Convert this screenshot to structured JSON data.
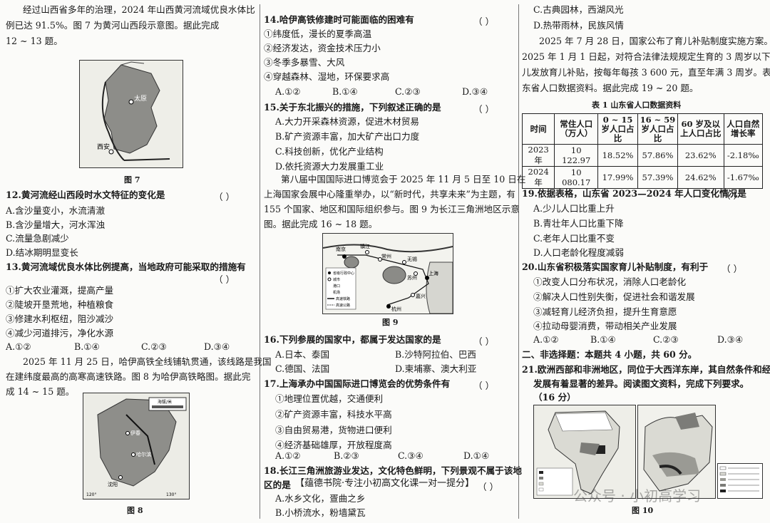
{
  "col1": {
    "intro12": [
      "经过山西省多年的治理，2024 年山西黄河流域优良水体比",
      "例已达 91.5%。图 7 为黄河山西段示意图。据此完成",
      "12 ~ 13 题。"
    ],
    "fig7_caption": "图 7",
    "fig7_labels": {
      "taiyuan": "太原",
      "xian": "西安"
    },
    "q12": {
      "stem": "12.黄河流经山西段时水文特征的变化是",
      "paren": "（        ）",
      "options": [
        "A.含沙量变小，水流清澈",
        "B.含沙量增大，河水浑浊",
        "C.流量急剧减少",
        "D.结冰期明显变长"
      ]
    },
    "q13": {
      "stem": "13.黄河流域优良水体比例提高，当地政府可能采取的措施有",
      "paren": "（        ）",
      "items": [
        "①扩大农业灌溉，提高产量",
        "②陡坡开垦荒地，种植粮食",
        "③修建水利枢纽，阻沙减沙",
        "④减少河道排污，净化水源"
      ],
      "choices": [
        "A.①②",
        "B.①④",
        "C.②③",
        "D.③④"
      ]
    },
    "intro14": [
      "2025 年 11 月 25 日，哈伊高铁全线铺轨贯通，该线路是我国",
      "在建纬度最高的高寒高速铁路。图 8 为哈伊高铁略图。据此完",
      "成 14 ~ 15 题。"
    ],
    "fig8_legend_title": "海拔/米",
    "fig8_labels": {
      "yichun": "伊春",
      "harbin": "哈尔滨",
      "shenyang": "沈阳",
      "lon1": "120°",
      "lon2": "130°"
    },
    "fig8_caption": "图 8"
  },
  "col2": {
    "q14": {
      "stem": "14.哈伊高铁修建时可能面临的困难有",
      "paren": "（        ）",
      "items": [
        "①纬度低，漫长的夏季高温",
        "②经济发达，资金技术压力小",
        "③冬季多暴雪、大风",
        "④穿越森林、湿地，环保要求高"
      ],
      "choices": [
        "A.①②",
        "B.①④",
        "C.②③",
        "D.③④"
      ]
    },
    "q15": {
      "stem": "15.关于东北振兴的措施，下列叙述正确的是",
      "paren": "（        ）",
      "options": [
        "A.大力开采森林资源，促进木材贸易",
        "B.矿产资源丰富，加大矿产出口力度",
        "C.科技创新，优化产业结构",
        "D.依托资源大力发展重工业"
      ]
    },
    "intro16": [
      "第八届中国国际进口博览会于 2025 年 11 月 5 日至 10 日在",
      "上海国家会展中心隆重举办，以“新时代，共享未来”为主题，有",
      "155 个国家、地区和国际组织参与。图 9 为长江三角洲地区示意",
      "图。据此完成 16 ~ 18 题。"
    ],
    "fig9_labels": {
      "nanjing": "南京",
      "changzhou": "常州",
      "wuxi": "无锡",
      "suzhou": "苏州",
      "shanghai": "上海",
      "jiaxing": "嘉兴",
      "hangzhou": "杭州",
      "zhenjiang": "镇江"
    },
    "fig9_legend": [
      "省级行政中心",
      "城市",
      "港口",
      "机场",
      "高速铁路",
      "高速公路"
    ],
    "fig9_caption": "图 9",
    "q16": {
      "stem": "16.下列参展的国家中，都属于发达国家的是",
      "paren": "（        ）",
      "options": [
        "A.日本、泰国",
        "B.沙特阿拉伯、巴西",
        "C.德国、法国",
        "D.柬埔寨、澳大利亚"
      ]
    },
    "q17": {
      "stem": "17.上海承办中国国际进口博览会的优势条件有",
      "paren": "（        ）",
      "items": [
        "①地理位置优越，交通便利",
        "②矿产资源丰富，科技水平高",
        "③自由贸易港，货物进口便利",
        "④经济基础雄厚，开放程度高"
      ],
      "choices": [
        "A.①②",
        "B.②③",
        "C.③④",
        "D.①④"
      ]
    },
    "q18": {
      "stem1": "18.长江三角洲旅游业发达，文化特色鲜明，下列景观不属于该地",
      "stem2": "区的是",
      "ad": "【蕴德书院·专注小初高文化课一对一提分】",
      "paren": "（        ）",
      "options": [
        "A.水乡文化，疍曲之乡",
        "B.小桥流水，粉墙黛瓦"
      ]
    }
  },
  "col3": {
    "q18_rest": [
      "C.古典园林，西湖风光",
      "D.热带雨林，民族风情"
    ],
    "intro19": [
      "2025 年 7 月 28 日，国家公布了育儿补贴制度实施方案。从",
      "2025 年 1 月 1 日起，对符合法律法规规定生育的 3 周岁以下婴幼",
      "儿发放育儿补贴，按每年每孩 3 600 元，直至年满 3 周岁。表 1 为山",
      "东省人口数据资料。据此完成 19 ~ 20 题。"
    ],
    "table_title": "表 1    山东省人口数据资料",
    "table": {
      "headers": [
        "时间",
        "常住人口（万人）",
        "0 ~ 15 岁人口占比",
        "16 ~ 59 岁人口占比",
        "60 岁及以上人口占比",
        "人口自然增长率"
      ],
      "rows": [
        [
          "2023 年",
          "10 122.97",
          "18.52%",
          "57.86%",
          "23.62%",
          "-2.18‰"
        ],
        [
          "2024 年",
          "10 080.17",
          "17.99%",
          "57.39%",
          "24.62%",
          "-1.67‰"
        ]
      ]
    },
    "q19": {
      "stem": "19.依据表格，山东省 2023—2024 年人口变化情况是",
      "paren": "（        ）",
      "options": [
        "A.少儿人口比重上升",
        "B.青壮年人口比重下降",
        "C.老年人口比重不变",
        "D.人口老龄化程度减弱"
      ]
    },
    "q20": {
      "stem": "20.山东省积极落实国家育儿补贴制度，有利于",
      "paren": "（        ）",
      "items": [
        "①改变人口分布状况，消除人口老龄化",
        "②解决人口性别失衡，促进社会和谐发展",
        "③减轻育儿经济负担，提升生育意愿",
        "④拉动母婴消费，带动相关产业发展"
      ],
      "choices": [
        "A.①②",
        "B.①④",
        "C.②③",
        "D.③④"
      ]
    },
    "section2": "二、非选择题：本题共 4 小题，共 60 分。",
    "q21": [
      "21.欧洲西部和非洲地区，同位于大西洋东岸，其自然条件和经济",
      "发展有着显著的差异。阅读图文资料，完成下列要求。",
      "（16 分）"
    ],
    "fig10_caption": "图 10",
    "watermark": "公众号 · 小初高学习"
  },
  "colors": {
    "text": "#1a1a1a",
    "paper": "#fbfbf9",
    "map_land": "#e4e4dc",
    "map_shade": "#8a8a86"
  }
}
